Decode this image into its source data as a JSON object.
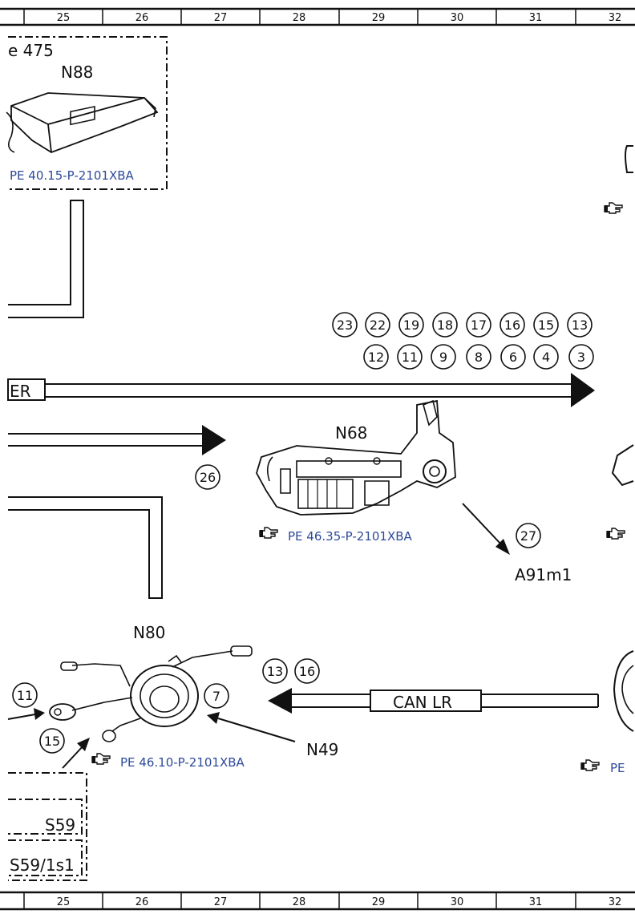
{
  "grid": {
    "columns": [
      "25",
      "26",
      "27",
      "28",
      "29",
      "30",
      "31",
      "32"
    ]
  },
  "labels": {
    "n88_partial": "e 475",
    "n88": "N88",
    "n68": "N68",
    "n80": "N80",
    "n49": "N49",
    "a91m1": "A91m1",
    "s59": "S59",
    "s591s1": "S59/1s1",
    "er_partial": "ER",
    "can_lr": "CAN LR"
  },
  "refs": {
    "n88": "PE 40.15-P-2101XBA",
    "n68": "PE 46.35-P-2101XBA",
    "n80": "PE 46.10-P-2101XBA",
    "right": "PE"
  },
  "circles": {
    "top_row": [
      "23",
      "22",
      "19",
      "18",
      "17",
      "16",
      "15",
      "13"
    ],
    "bottom_row": [
      "12",
      "11",
      "9",
      "8",
      "6",
      "4",
      "3"
    ],
    "c26": "26",
    "c27": "27",
    "c13": "13",
    "c16": "16",
    "c11": "11",
    "c7": "7",
    "c15": "15"
  }
}
